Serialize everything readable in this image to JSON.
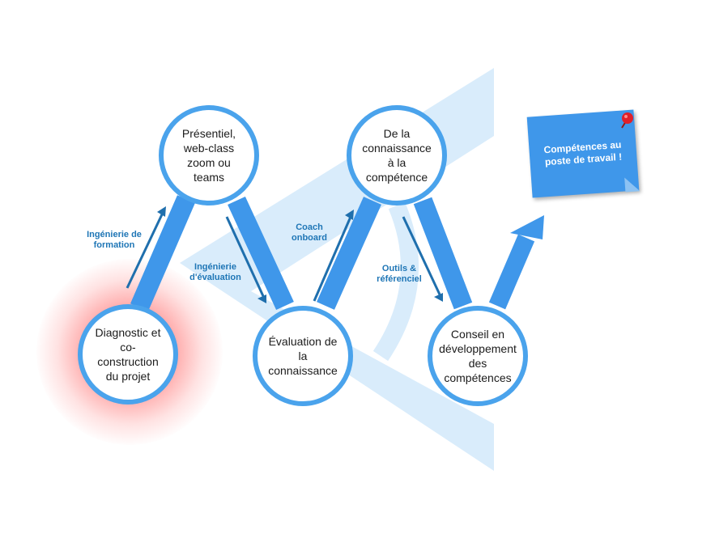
{
  "nodes": [
    {
      "id": "diagnostic",
      "label": "Diagnostic et co-construction du projet"
    },
    {
      "id": "presentiel",
      "label": "Présentiel, web-class zoom ou teams"
    },
    {
      "id": "evaluation",
      "label": "Évaluation de la connaissance"
    },
    {
      "id": "connaissance",
      "label": "De la connaissance à la compétence"
    },
    {
      "id": "conseil",
      "label": "Conseil en développement des compétences"
    }
  ],
  "labels": {
    "ingenierie_formation": "Ingénierie de formation",
    "ingenierie_evaluation": "Ingénierie d'évaluation",
    "coach_onboard": "Coach onboard",
    "outils_referenciel": "Outils & référenciel"
  },
  "note": {
    "text": "Compétences au poste de travail !"
  },
  "colors": {
    "node_border": "#4aa3ec",
    "connector": "#3f97ea",
    "pale_shape": "#d9ecfb",
    "small_arrow": "#1f6fad",
    "label_text": "#1f76b6",
    "highlight_glow": "#ff4040",
    "note_bg": "#3f97ea",
    "pin": "#e0202a"
  }
}
